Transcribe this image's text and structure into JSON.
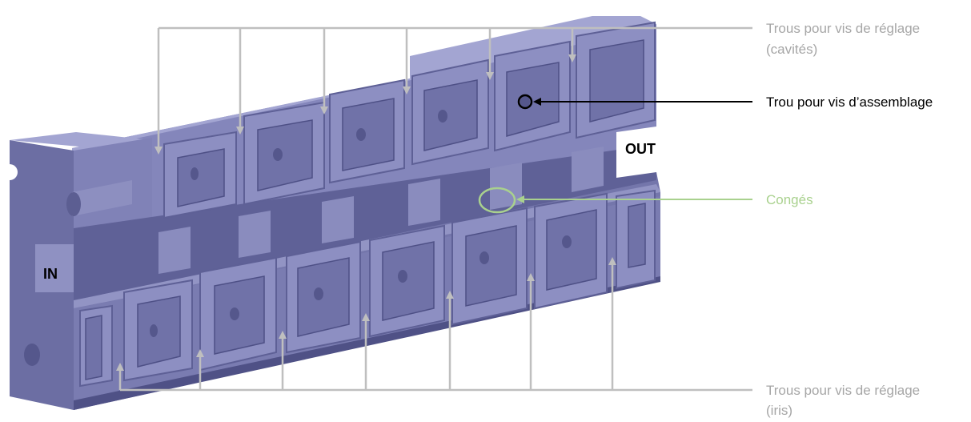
{
  "labels": {
    "cavity_holes_line1": "Trous pour vis de réglage",
    "cavity_holes_line2": "(cavités)",
    "assembly_hole": "Trou pour vis d’assemblage",
    "fillets": "Congés",
    "iris_holes_line1": "Trous pour vis de réglage",
    "iris_holes_line2": "(iris)",
    "port_in": "IN",
    "port_out": "OUT"
  },
  "colors": {
    "body_face": "#7d7fb4",
    "body_top": "#9b9dcc",
    "body_dark": "#5e6096",
    "pocket": "#686a9f",
    "leader_gray": "#bfbfbf",
    "leader_black": "#000000",
    "leader_green": "#a9d18e"
  }
}
